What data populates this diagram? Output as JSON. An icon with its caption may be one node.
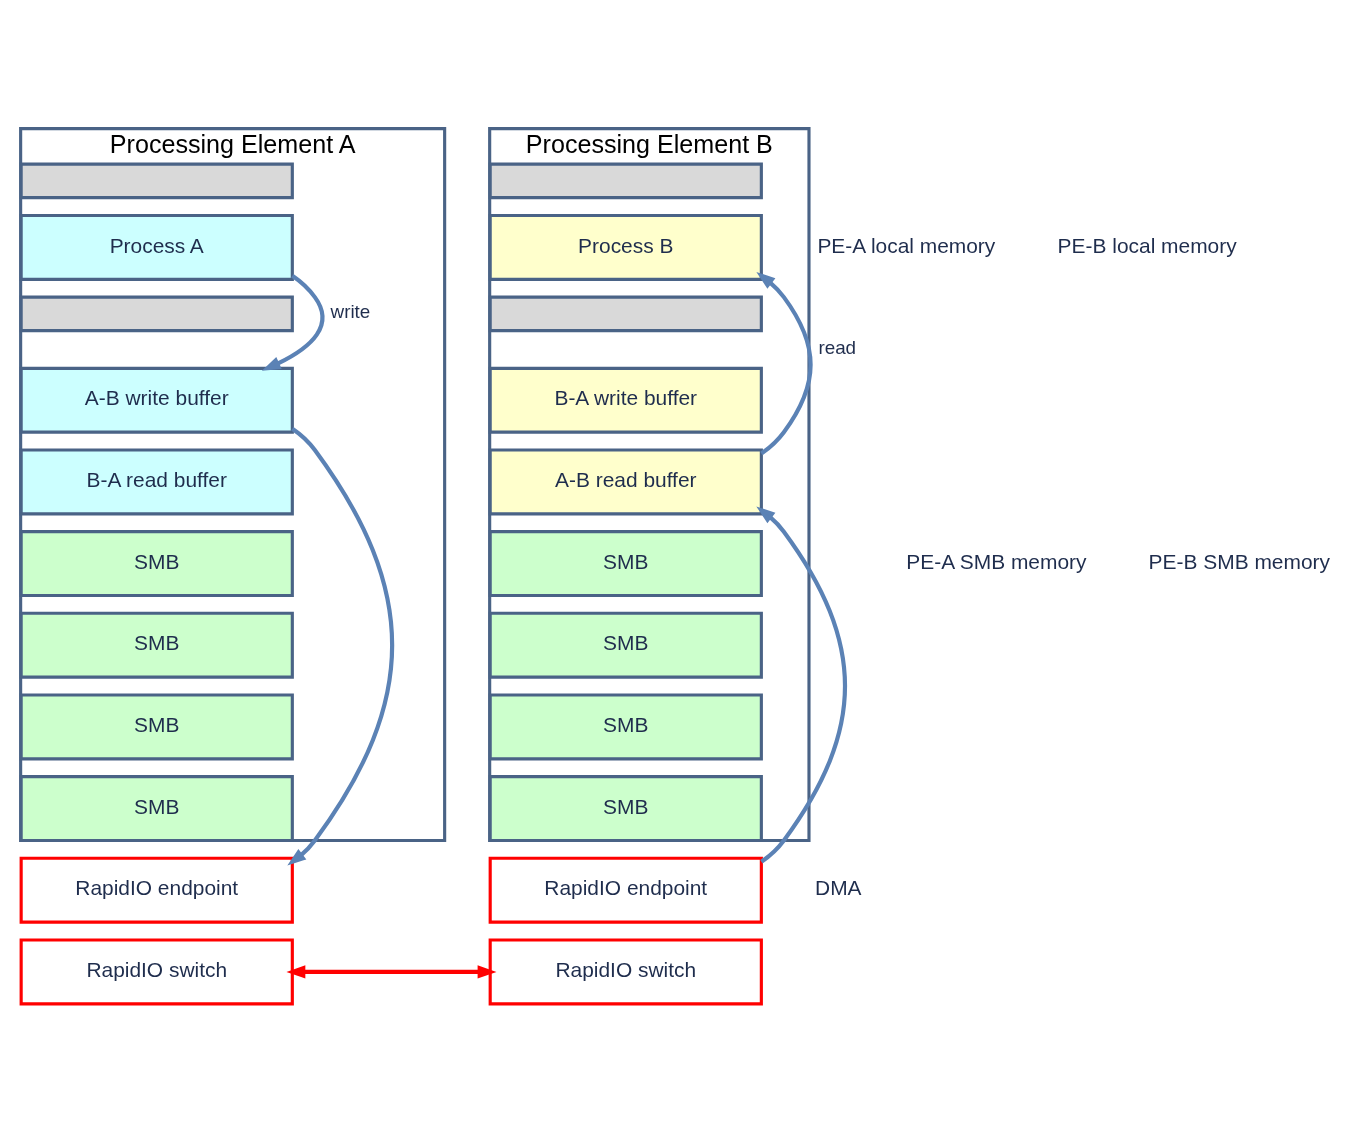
{
  "diagram": {
    "nodes": [
      {
        "text": [
          "Processing Element A"
        ]
      },
      {
        "text": [],
        "shape": "box",
        "in": 0
      },
      {
        "text": [
          "Process A"
        ],
        "in": 0
      },
      {
        "text": [],
        "shape": "box",
        "in": 0
      },
      {
        "text": [
          "A-B write buffer"
        ],
        "in": 0
      },
      {
        "text": [
          "B-A read buffer"
        ],
        "in": 0
      },
      {
        "text": [
          "SMB"
        ],
        "in": 0
      },
      {
        "text": [
          "SMB"
        ],
        "in": 0
      },
      {
        "text": [
          "SMB"
        ],
        "in": 0
      },
      {
        "text": [
          "SMB"
        ],
        "in": 0
      },
      {
        "text": [
          "Processing Element B"
        ]
      },
      {
        "text": [],
        "shape": "box",
        "in": 10
      },
      {
        "text": [
          "Process B"
        ],
        "in": 10
      },
      {
        "text": [],
        "shape": "box",
        "in": 10
      },
      {
        "text": [
          "B-A write buffer"
        ],
        "in": 10
      },
      {
        "text": [
          "A-B read buffer"
        ],
        "in": 10
      },
      {
        "text": [
          "SMB"
        ],
        "in": 10
      },
      {
        "text": [
          "SMB"
        ],
        "in": 10
      },
      {
        "text": [
          "SMB"
        ],
        "in": 10
      },
      {
        "text": [
          "SMB"
        ],
        "in": 10
      },
      {
        "text": [
          "RapidIO endpoint"
        ]
      },
      {
        "text": [
          "RapidIO switch"
        ]
      },
      {
        "text": [
          "RapidIO endpoint"
        ]
      },
      {
        "text": [
          "RapidIO switch"
        ]
      }
    ],
    "edges": [
      {
        "from": 2,
        "to": 4,
        "arrow": "to",
        "label": "write"
      },
      {
        "from": 15,
        "to": 12,
        "arrow": "to",
        "label": "read"
      },
      {
        "from": 4,
        "to": 20,
        "arrow": "to"
      },
      {
        "from": 22,
        "to": 15,
        "arrow": "to"
      },
      {
        "from": 21,
        "to": 23,
        "arrow": "both",
        "color": "#ff0000"
      }
    ],
    "labels": [
      "PE-A local memory",
      "PE-B local memory",
      "PE-A SMB memory",
      "PE-B SMB memory",
      "DMA"
    ]
  }
}
